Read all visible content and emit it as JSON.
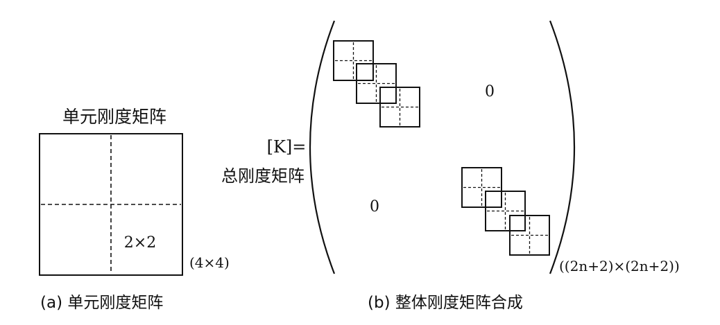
{
  "panel_a": {
    "title": "单元刚度矩阵",
    "block_label": "2×2",
    "size_label": "(4×4)",
    "caption": "(a) 单元刚度矩阵"
  },
  "panel_b": {
    "lhs_symbol": "[K]=",
    "lhs_label": "总刚度矩阵",
    "zero_upper": "0",
    "zero_lower": "0",
    "size_label": "((2n+2)×(2n+2))",
    "caption": "(b) 整体刚度矩阵合成"
  }
}
